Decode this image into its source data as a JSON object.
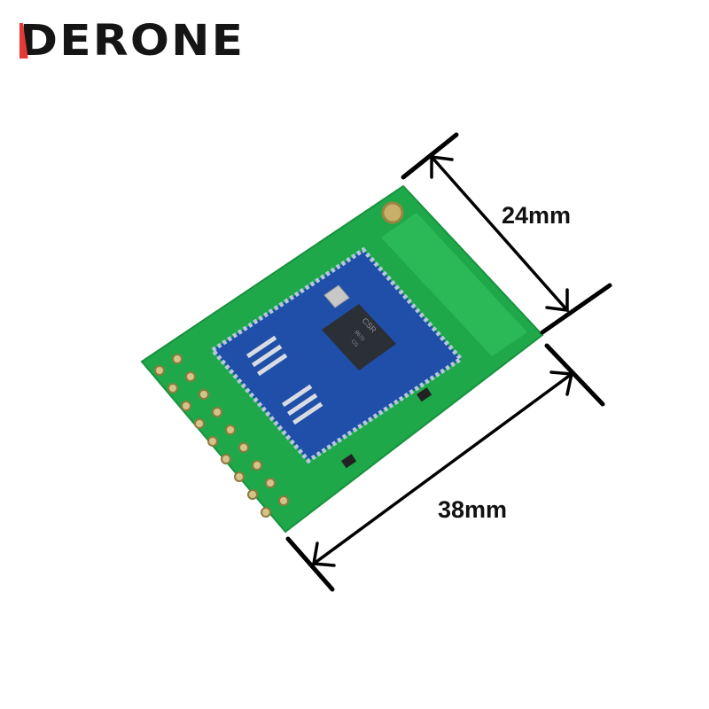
{
  "logo": {
    "text": "DERONE",
    "accent_color": "#e53935"
  },
  "dimensions": {
    "width_label": "24mm",
    "length_label": "38mm"
  },
  "chip": {
    "brand": "CSR",
    "model": "8670",
    "line2": "CG"
  },
  "colors": {
    "pcb": "#1fa84a",
    "module": "#1f4fa8",
    "chip": "#2b2f36"
  }
}
